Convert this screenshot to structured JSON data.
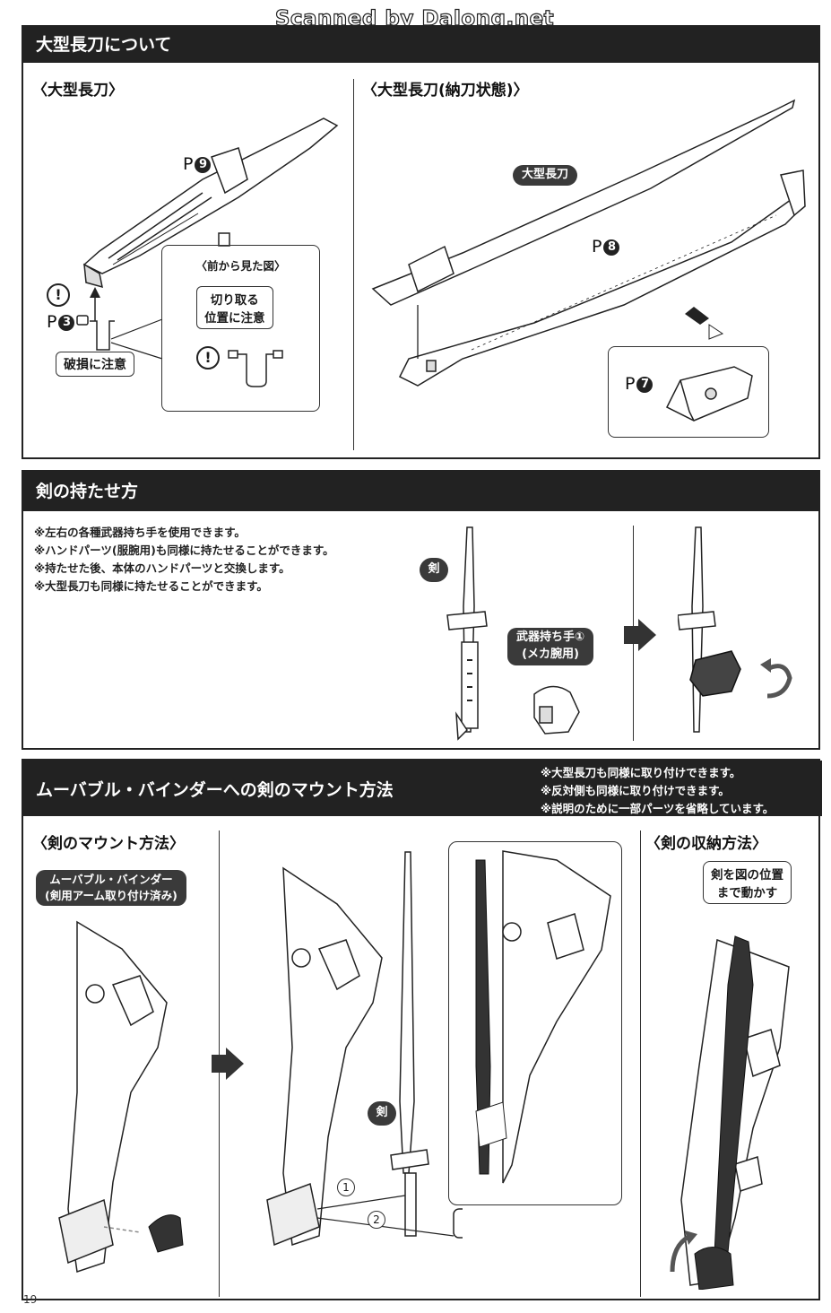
{
  "watermark": "Scanned by Dalong.net",
  "page_number": "19",
  "section1": {
    "title": "大型長刀について",
    "left_heading": "〈大型長刀〉",
    "right_heading": "〈大型長刀(納刀状態)〉",
    "p9": "P",
    "p9_num": "9",
    "p3": "P",
    "p3_num": "3",
    "caution_break": "破損に注意",
    "front_view_label": "〈前から見た図〉",
    "cut_note": "切り取る\n位置に注意",
    "blade_label": "大型長刀",
    "p8": "P",
    "p8_num": "8",
    "p7": "P",
    "p7_num": "7",
    "excl": "!"
  },
  "section2": {
    "title": "剣の持たせ方",
    "notes": [
      "※左右の各種武器持ち手を使用できます。",
      "※ハンドパーツ(服腕用)も同様に持たせることができます。",
      "※持たせた後、本体のハンドパーツと交換します。",
      "※大型長刀も同様に持たせることができます。"
    ],
    "sword_label": "剣",
    "hand_label": "武器持ち手①\n(メカ腕用)"
  },
  "section3": {
    "title": "ムーバブル・バインダーへの剣のマウント方法",
    "notes": [
      "※大型長刀も同様に取り付けできます。",
      "※反対側も同様に取り付けできます。",
      "※説明のために一部パーツを省略しています。"
    ],
    "mount_heading": "〈剣のマウント方法〉",
    "storage_heading": "〈剣の収納方法〉",
    "binder_label": "ムーバブル・バインダー\n(剣用アーム取り付け済み)",
    "sword_label": "剣",
    "step1": "1",
    "step2": "2",
    "move_note": "剣を図の位置\nまで動かす"
  }
}
